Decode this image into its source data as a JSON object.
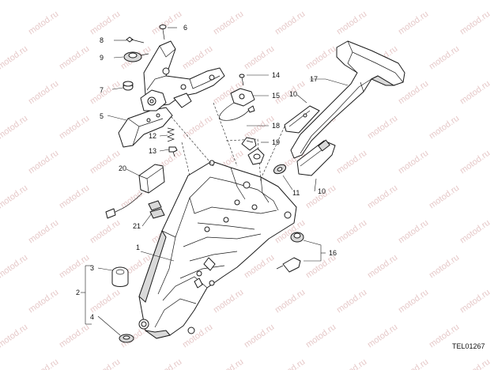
{
  "watermark": "motod.ru",
  "doc_ref": "TEL01267",
  "callouts": {
    "c1": "1",
    "c2": "2",
    "c3": "3",
    "c4": "4",
    "c5": "5",
    "c6": "6",
    "c7": "7",
    "c8": "8",
    "c9": "9",
    "c10a": "10",
    "c10b": "10",
    "c11": "11",
    "c12": "12",
    "c13": "13",
    "c14": "14",
    "c15": "15",
    "c16": "16",
    "c17": "17",
    "c18": "18",
    "c19": "19",
    "c20": "20",
    "c21": "21"
  }
}
